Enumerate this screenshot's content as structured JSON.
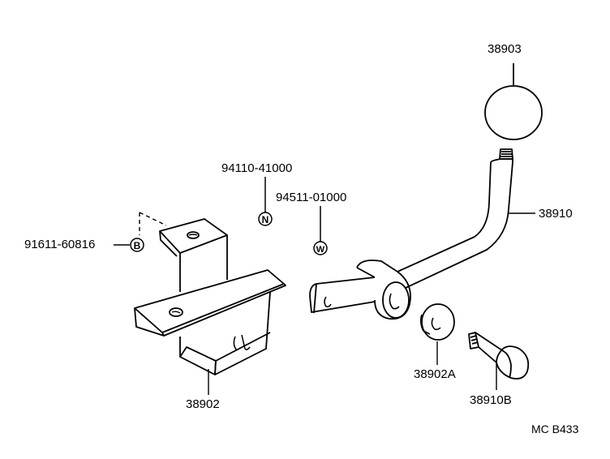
{
  "parts": {
    "p38903": "38903",
    "p94110": "94110-41000",
    "p94511": "94511-01000",
    "p38910": "38910",
    "p91611": "91611-60816",
    "p38902": "38902",
    "p38902A": "38902A",
    "p38910B": "38910B"
  },
  "callouts": {
    "N": "N",
    "W": "W",
    "B": "B"
  },
  "footer": {
    "code": "MC B433"
  }
}
